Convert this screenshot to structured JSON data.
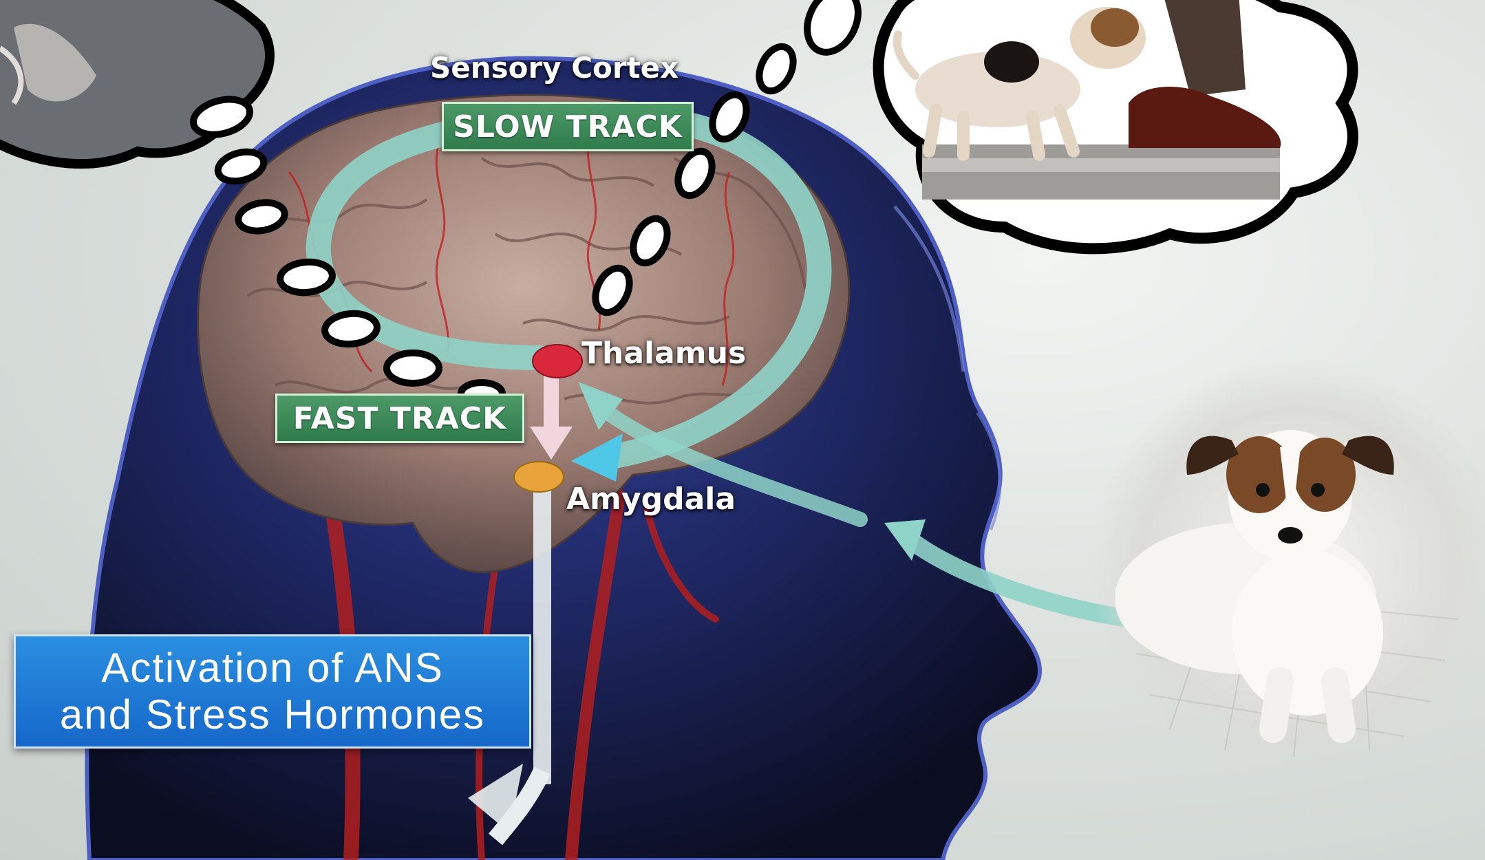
{
  "labels": {
    "sensory_cortex": "Sensory Cortex",
    "slow_track": "SLOW TRACK",
    "fast_track": "FAST TRACK",
    "thalamus": "Thalamus",
    "amygdala": "Amygdala",
    "ans_line1": "Activation of ANS",
    "ans_line2": "and Stress Hormones"
  },
  "colors": {
    "track_green": "#2f7b4c",
    "ans_blue": "#1667c9",
    "pathway_teal": "#8fd3c8",
    "thalamus_red": "#d9283c",
    "amygdala_orange": "#e8a33a"
  },
  "icons": [
    "thought-bubble",
    "dog-photo",
    "brain",
    "head-silhouette"
  ]
}
